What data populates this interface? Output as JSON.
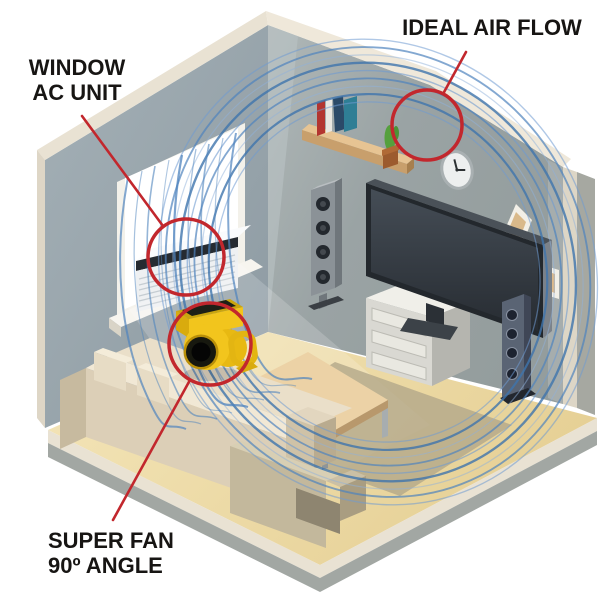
{
  "figure": {
    "type": "isometric room airflow diagram",
    "description": "Cutaway isometric living room with a window AC unit and a yellow blower fan circulating air in a loop"
  },
  "callouts": {
    "window_ac": {
      "line1": "WINDOW",
      "line2": "AC UNIT"
    },
    "ideal_air_flow": {
      "line1": "IDEAL AIR FLOW"
    },
    "super_fan": {
      "line1": "SUPER FAN",
      "line2": "90º ANGLE"
    }
  },
  "colors": {
    "accent_red": "#c2272d",
    "airflow_blue": "#4e83bd",
    "fan_yellow": "#f2c51d",
    "wall_gray": "#9aa5a9",
    "floor_tan": "#ecd8a2",
    "wood_tan": "#e7c493",
    "text_black": "#171513",
    "background": "#ffffff"
  },
  "scene_objects": [
    "window AC unit",
    "super fan",
    "airflow streamlines",
    "couch",
    "armchair",
    "coffee table",
    "rug shadow",
    "TV",
    "TV cabinet",
    "floor speaker left",
    "floor speaker right",
    "wall shelf",
    "books",
    "cactus",
    "wall clock",
    "picture frames"
  ]
}
